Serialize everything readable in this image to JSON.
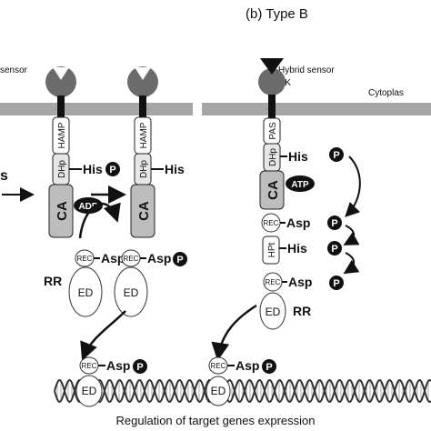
{
  "titles": {
    "type_b": "(b) Type B"
  },
  "labels": {
    "sensor_fragment": "sensor",
    "hybrid_sensor": "Hybrid sensor",
    "hk": "HK",
    "cytoplasm_fragment": "Cytoplas",
    "stimulus_fragment": "s",
    "rr_left": "RR",
    "rr_right": "RR",
    "caption": "Regulation of target genes expression"
  },
  "domains": {
    "hamp": "HAMP",
    "dhp": "DHp",
    "ca": "CA",
    "pas": "PAS",
    "rec": "REC",
    "hpt": "HPt",
    "ed": "ED"
  },
  "residues": {
    "his": "His",
    "asp": "Asp"
  },
  "molecules": {
    "adp": "ADP",
    "atp": "ATP"
  },
  "phospho": "P"
}
